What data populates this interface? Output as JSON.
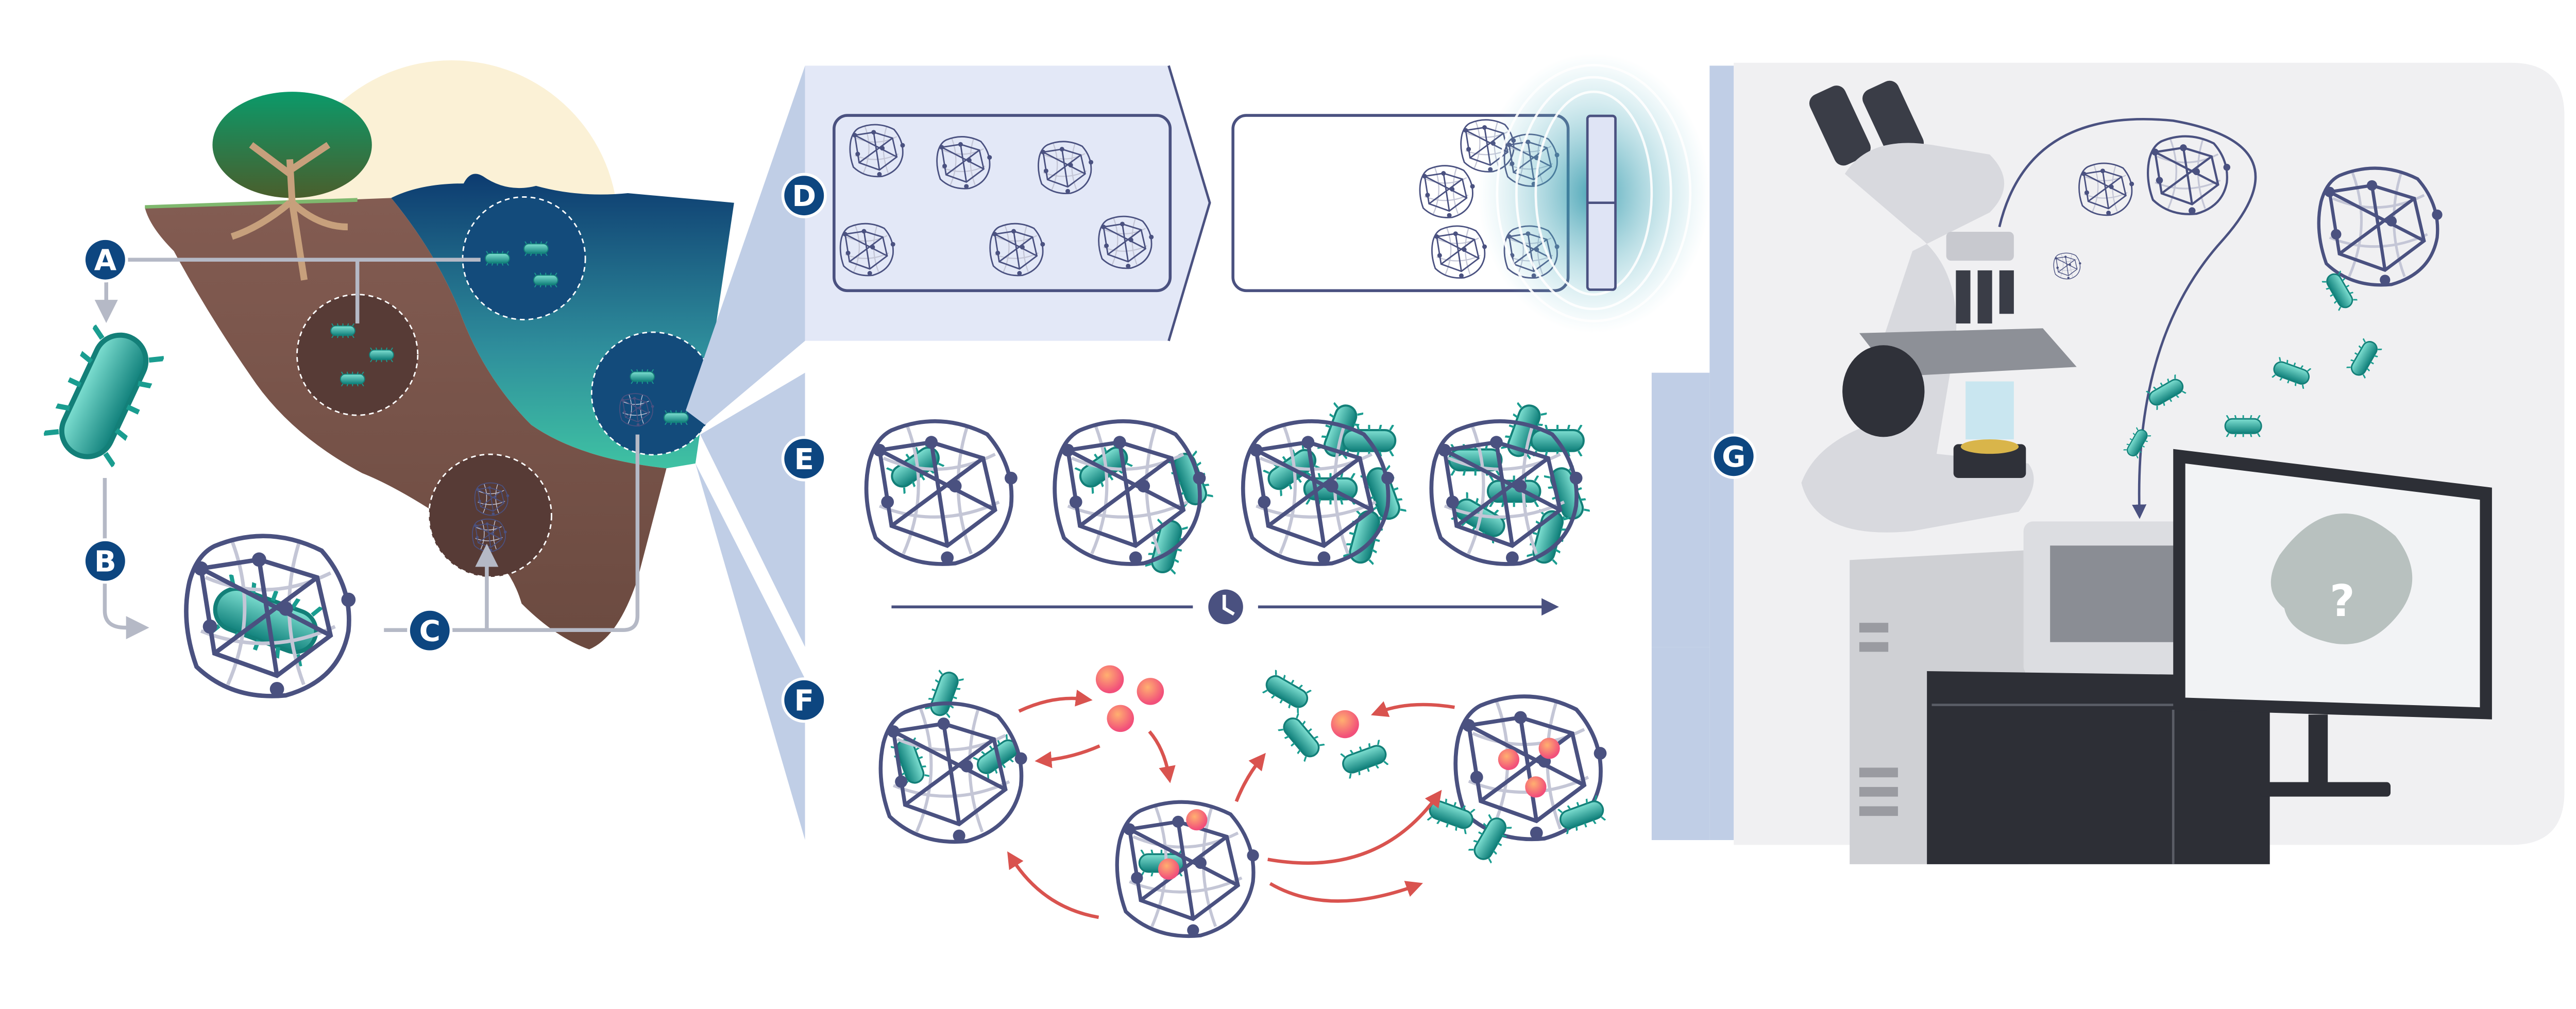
{
  "labels": {
    "a": "A",
    "b": "B",
    "c": "C",
    "d": "D",
    "e": "E",
    "f": "F",
    "g": "G"
  },
  "monitor": {
    "unknown_symbol": "?"
  },
  "colors": {
    "label_fill": "#0d4680",
    "bacteria": "#2aa79a",
    "cage": "#4a5180",
    "soil": "#7d5a50",
    "ocean": "#0e3f73",
    "panel_bg": "#e3e8f7",
    "nutrient": "#f46a6a"
  }
}
